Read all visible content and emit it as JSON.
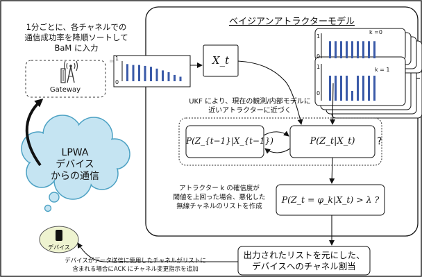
{
  "input_note": {
    "line1": "1分ごとに、各チャネルでの",
    "line2": "通信成功率を降順ソートして",
    "line3": "BaM に入力"
  },
  "gateway": {
    "label": "Gateway"
  },
  "cloud": {
    "line1": "LPWA",
    "line2": "デバイス",
    "line3": "からの通信"
  },
  "device": {
    "label": "デバイス"
  },
  "device_note": {
    "line1": "デバイスがデータ送信に使用したチャネルがリストに",
    "line2": "含まれる場合にACK にチャネル変更指示を追加"
  },
  "model": {
    "title": "ベイジアンアトラクターモデル"
  },
  "input_chart": {
    "y_top": "1",
    "y_bottom": "0",
    "bars": [
      0.95,
      0.9,
      0.9,
      0.85,
      0.8,
      0.7,
      0.6,
      0.5,
      0.35,
      0.25
    ]
  },
  "state_box": {
    "label": "X_t"
  },
  "attractors": [
    {
      "k_label": "k =0",
      "y_top": "1",
      "y_bottom": "0",
      "bars": [
        0.95,
        0.95,
        0.95,
        0.95,
        0.95,
        0.95,
        0.95,
        0.95,
        0.95
      ]
    },
    {
      "k_label": "k = 1",
      "y_top": "1",
      "y_bottom": "0",
      "bars": [
        0.9,
        0.9,
        0.9,
        0.9,
        0.35,
        0.9,
        0.9,
        0.9,
        0.9
      ]
    }
  ],
  "ukf_note": {
    "line1": "UKF により、現在の観測/内部モデルに",
    "line2": "近いアトラクターに近づく"
  },
  "prob_prev": {
    "label": "P(Z_{t−1}|X_{t−1})"
  },
  "prob_now": {
    "label": "P(Z_t|X_t)"
  },
  "question": "?",
  "attractor_note": {
    "line1": "アトラクター k の確信度が",
    "line2": "閾値を上回った場合、悪化した",
    "line3": "無線チャネルのリストを作成"
  },
  "threshold_box": {
    "label": "P(Z_t = φ_k|X_t) > λ ?"
  },
  "output_box": {
    "line1": "出力されたリストを元にした、",
    "line2": "デバイスへのチャネル割当"
  }
}
